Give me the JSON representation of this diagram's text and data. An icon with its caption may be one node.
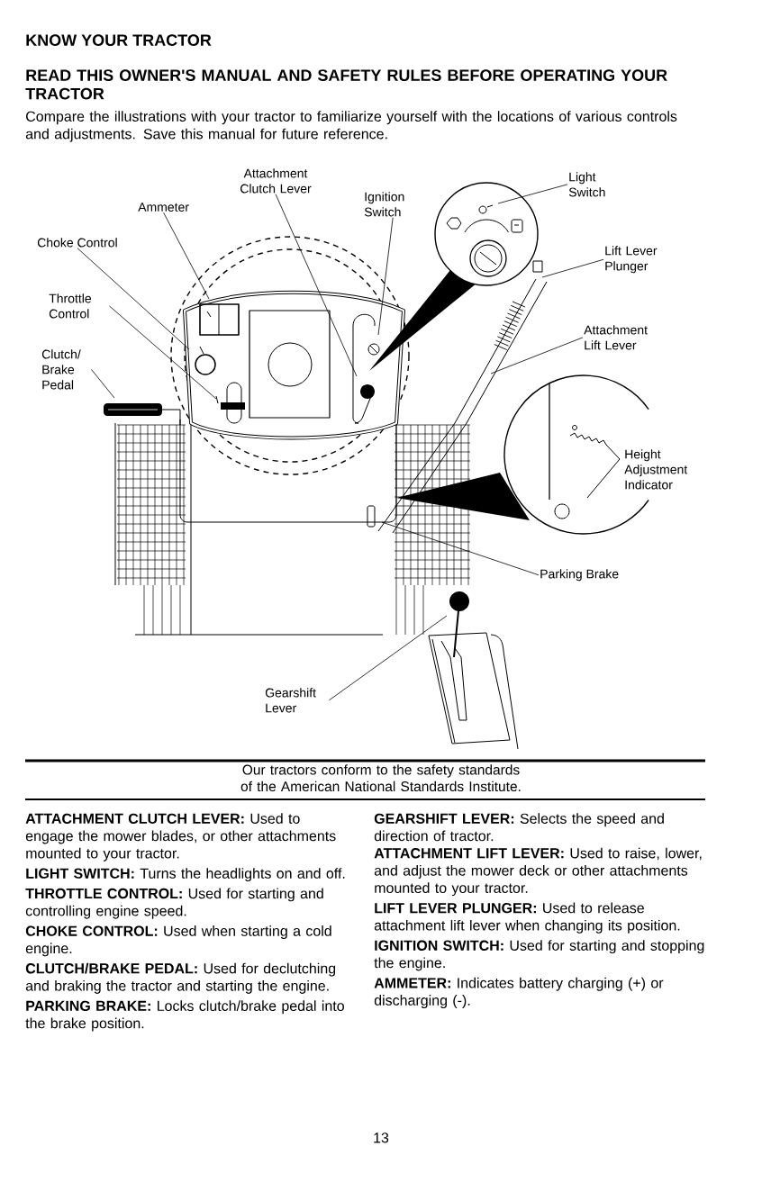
{
  "diagram": {
    "title": "KNOW YOUR TRACTOR",
    "nodes": [
      {
        "text": [
          "Attachment Clutch Lever"
        ]
      },
      {
        "text": [
          "Ammeter"
        ]
      },
      {
        "text": [
          "Ignition Switch"
        ]
      },
      {
        "text": [
          "Light Switch"
        ]
      },
      {
        "text": [
          "Choke Control"
        ]
      },
      {
        "text": [
          "Lift Lever Plunger"
        ]
      },
      {
        "text": [
          "Throttle Control"
        ]
      },
      {
        "text": [
          "Attachment Lift Lever"
        ]
      },
      {
        "text": [
          "Clutch/ Brake Pedal"
        ]
      },
      {
        "text": [
          "Parking Brake"
        ]
      },
      {
        "text": [
          "Gearshift Lever"
        ]
      }
    ],
    "edges": [
      {
        "from": 0,
        "to": null,
        "arrow": "none"
      },
      {
        "from": 1,
        "to": null,
        "arrow": "none"
      },
      {
        "from": 2,
        "to": null,
        "arrow": "none"
      },
      {
        "from": 3,
        "to": null,
        "arrow": "none"
      },
      {
        "from": 4,
        "to": null,
        "arrow": "none"
      },
      {
        "from": 5,
        "to": null,
        "arrow": "none"
      },
      {
        "from": 6,
        "to": null,
        "arrow": "none"
      },
      {
        "from": 7,
        "to": null,
        "arrow": "none"
      },
      {
        "from": 8,
        "to": null,
        "arrow": "none"
      },
      {
        "from": 9,
        "to": null,
        "arrow": "none"
      },
      {
        "from": 10,
        "to": null,
        "arrow": "none"
      }
    ],
    "labels": [
      "READ THIS OWNER'S MANUAL AND SAFETY RULES BEFORE OPERATING YOUR TRACTOR",
      "Compare the illustrations with your tractor to familiarize yourself with the locations of various controls and adjustments. Save this manual for future reference.",
      "Height Adjustment Indicator",
      "Our tractors conform to the safety standards of the American National Standards Institute.",
      "**ATTACHMENT CLUTCH LEVER:** Used to engage the mower blades, or other attachments mounted to your tractor.",
      "**LIGHT SWITCH:** Turns the headlights on and off.",
      "**THROTTLE CONTROL:** Used for starting and controlling engine speed.",
      "**CHOKE CONTROL:** Used when starting a cold engine.",
      "**CLUTCH/BRAKE PEDAL:** Used for declutching and braking the tractor and starting the engine.",
      "**PARKING BRAKE:** Locks clutch/brake pedal into the brake position.",
      "**GEARSHIFT LEVER:** Selects the speed and direction of tractor.",
      "**ATTACHMENT LIFT LEVER:** Used to raise, lower, and adjust the mower deck or other attachments mounted to your tractor.",
      "**LIFT LEVER PLUNGER:** Used to release attachment lift lever when changing its position.",
      "**IGNITION SWITCH:** Used for starting and stopping the engine.",
      "**AMMETER:** Indicates battery charging (+) or discharging (-).",
      "13"
    ]
  }
}
